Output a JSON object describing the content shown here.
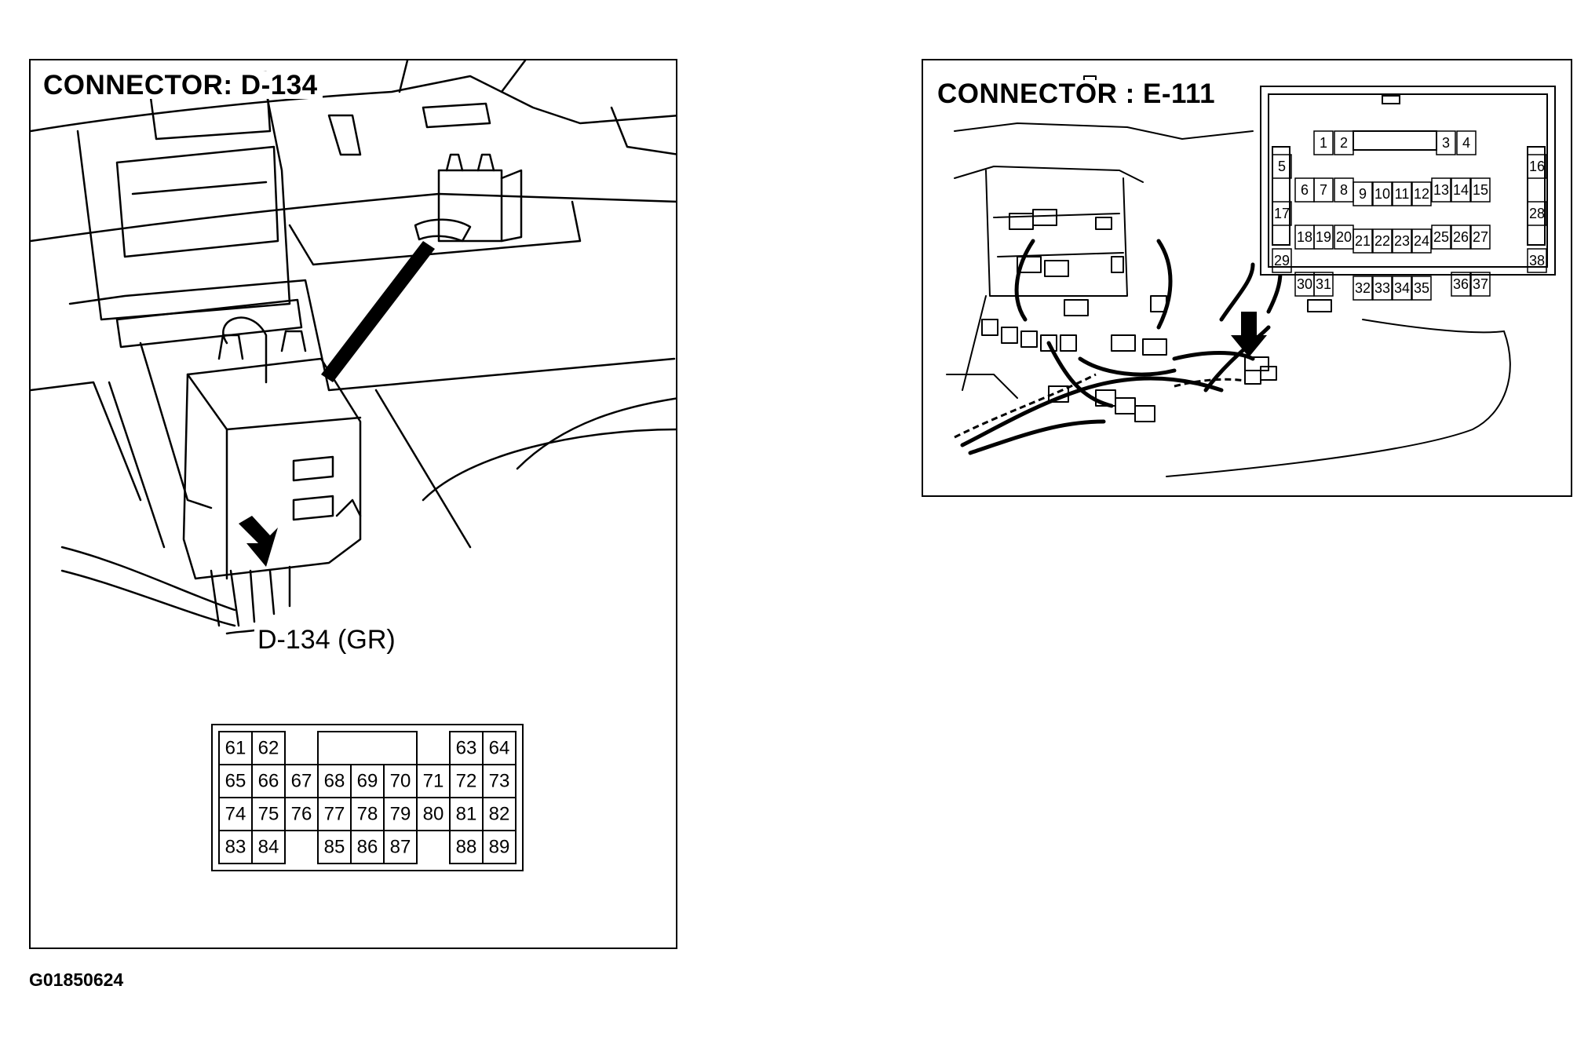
{
  "d134": {
    "title": "CONNECTOR: D-134",
    "callout": "D-134 (GR)",
    "pins": [
      [
        "61",
        "62",
        "",
        "",
        "",
        "",
        "",
        "63",
        "64"
      ],
      [
        "65",
        "66",
        "67",
        "68",
        "69",
        "70",
        "71",
        "72",
        "73"
      ],
      [
        "74",
        "75",
        "76",
        "77",
        "78",
        "79",
        "80",
        "81",
        "82"
      ],
      [
        "83",
        "84",
        "",
        "85",
        "86",
        "87",
        "",
        "88",
        "89"
      ]
    ]
  },
  "e111": {
    "title": "CONNECTOR : E-111",
    "pins": [
      "1",
      "2",
      "3",
      "4",
      "5",
      "6",
      "7",
      "8",
      "9",
      "10",
      "11",
      "12",
      "13",
      "14",
      "15",
      "16",
      "17",
      "18",
      "19",
      "20",
      "21",
      "22",
      "23",
      "24",
      "25",
      "26",
      "27",
      "28",
      "29",
      "30",
      "31",
      "32",
      "33",
      "34",
      "35",
      "36",
      "37",
      "38"
    ]
  },
  "figure_id": "G01850624"
}
